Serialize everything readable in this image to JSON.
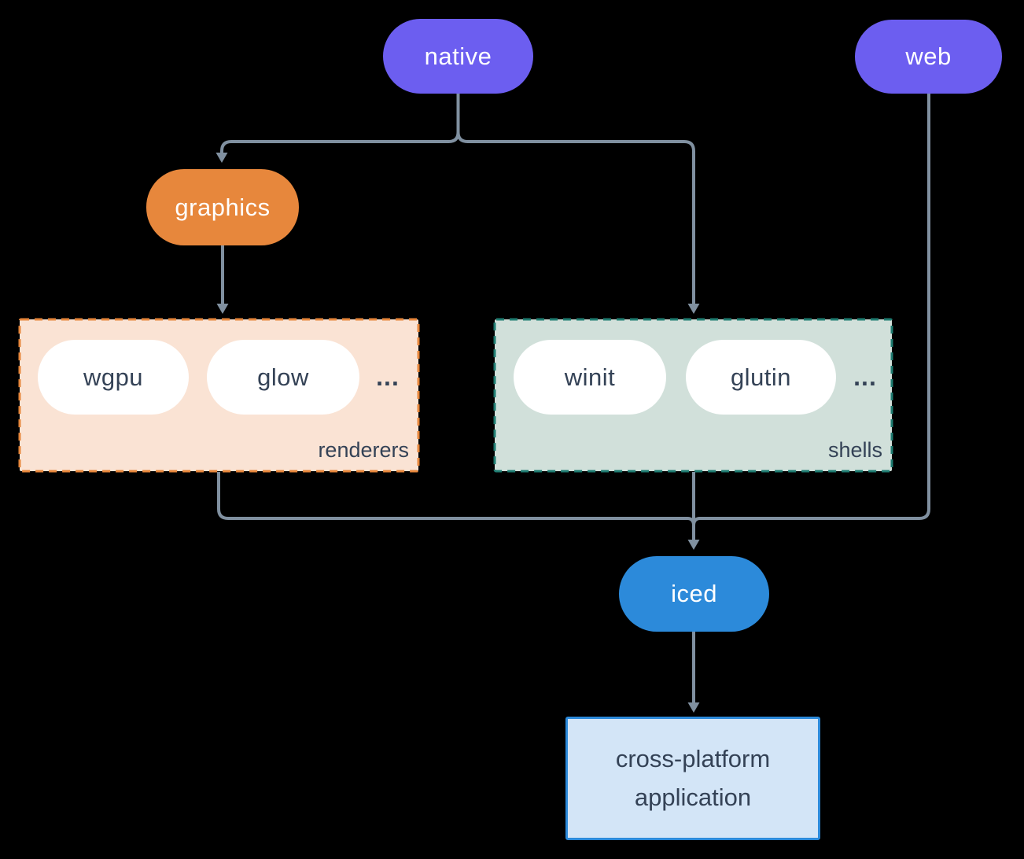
{
  "colors": {
    "background": "#000000",
    "purple": "#6C5EF0",
    "orange": "#E7873C",
    "blue": "#2C8ADA",
    "line": "#8090A0",
    "ink": "#344256",
    "pill-bg": "#FFFFFF",
    "renderers-fill": "#FAE3D4",
    "renderers-border": "#E7873C",
    "shells-fill": "#D1E0DA",
    "shells-border": "#207D72",
    "app-fill": "#D3E5F7",
    "app-border": "#2C8ADA"
  },
  "nodes": {
    "native": "native",
    "web": "web",
    "graphics": "graphics",
    "iced": "iced",
    "app": "cross-platform application"
  },
  "groups": {
    "renderers": {
      "label": "renderers",
      "items": [
        "wgpu",
        "glow"
      ],
      "more": "..."
    },
    "shells": {
      "label": "shells",
      "items": [
        "winit",
        "glutin"
      ],
      "more": "..."
    }
  }
}
